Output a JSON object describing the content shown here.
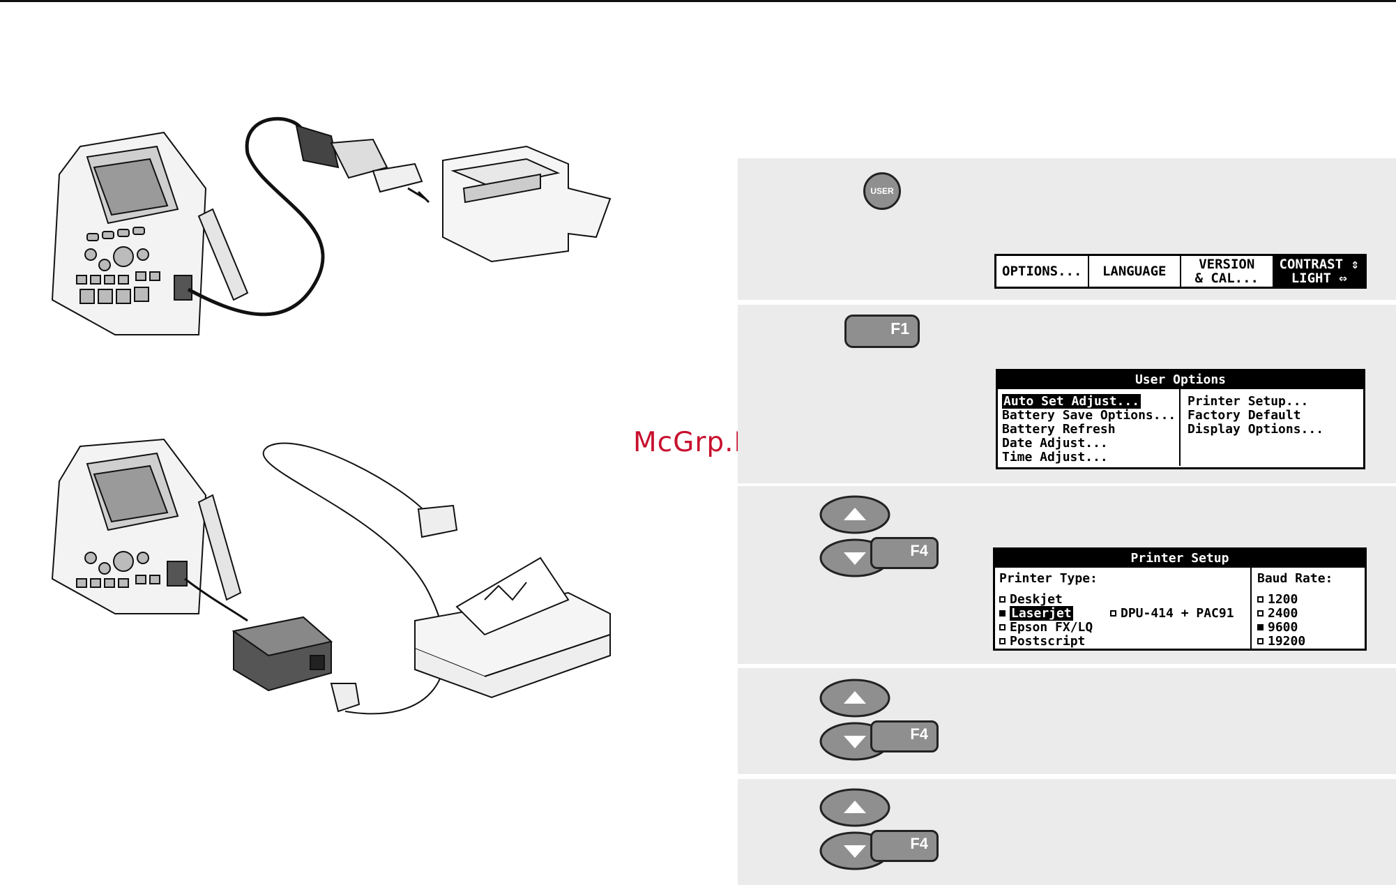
{
  "watermark": "McGrp.Ru",
  "steps": {
    "s1": {
      "key": "USER",
      "menu": [
        "OPTIONS...",
        "LANGUAGE",
        "VERSION\n& CAL...",
        "CONTRAST ⇕\nLIGHT ⇔"
      ]
    },
    "s2": {
      "key": "F1",
      "dialog_title": "User Options",
      "left_items": [
        "Auto Set Adjust...",
        "Battery Save Options...",
        "Battery Refresh",
        "Date Adjust...",
        "Time Adjust..."
      ],
      "right_items": [
        "Printer Setup...",
        "Factory Default",
        "Display Options..."
      ]
    },
    "s3": {
      "key": "F4",
      "dialog_title": "Printer Setup",
      "printer_type_label": "Printer Type:",
      "printers": [
        "Deskjet",
        "Laserjet",
        "Epson FX/LQ",
        "Postscript"
      ],
      "printer_extra": "DPU-414 + PAC91",
      "baud_label": "Baud Rate:",
      "baud_rates": [
        "1200",
        "2400",
        "9600",
        "19200"
      ]
    },
    "s4": {
      "key": "F4"
    },
    "s5": {
      "key": "F4"
    }
  }
}
